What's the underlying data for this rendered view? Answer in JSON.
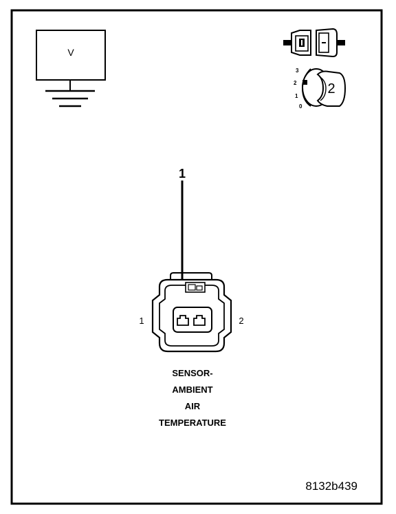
{
  "meter": {
    "label": "V"
  },
  "ignition": {
    "positions": [
      "3",
      "2",
      "1",
      "0"
    ],
    "key_position": "2"
  },
  "callout": {
    "number": "1"
  },
  "connector": {
    "pin_left": "1",
    "pin_right": "2"
  },
  "caption": {
    "lines": [
      "SENSOR-",
      "AMBIENT",
      "AIR",
      "TEMPERATURE"
    ]
  },
  "figure_id": "8132b439"
}
